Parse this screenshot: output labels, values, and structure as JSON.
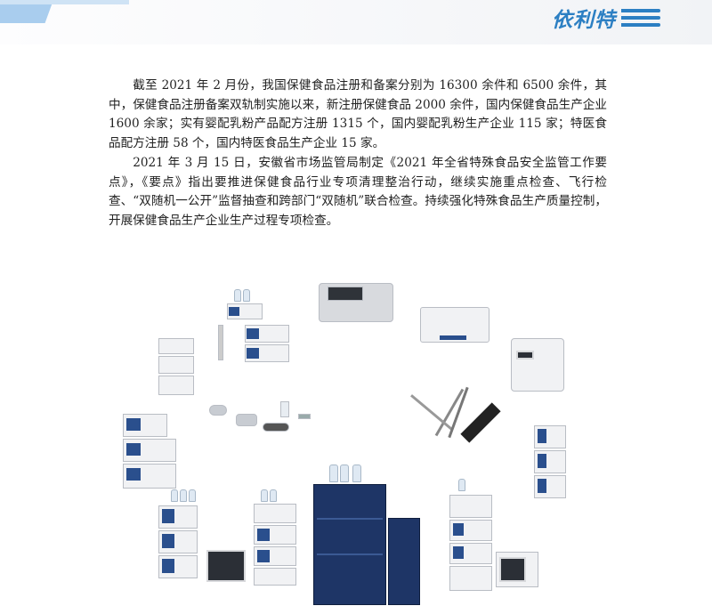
{
  "header": {
    "logo_text": "依利特"
  },
  "body": {
    "paragraphs": [
      "截至 2021 年 2 月份，我国保健食品注册和备案分别为 16300 余件和 6500 余件，其中，保健食品注册备案双轨制实施以来，新注册保健食品 2000 余件，国内保健食品生产企业 1600 余家；实有婴配乳粉产品配方注册 1315 个，国内婴配乳粉生产企业 115 家；特医食品配方注册 58 个，国内特医食品生产企业 15 家。",
      "2021 年 3 月 15 日，安徽省市场监管局制定《2021 年全省特殊食品安全监管工作要点》，《要点》指出要推进保健食品行业专项清理整治行动，继续实施重点检查、飞行检查、“双随机一公开”监督抽查和跨部门“双随机”联合检查。持续强化特殊食品生产质量控制，开展保健食品生产企业生产过程专项检查。"
    ]
  },
  "colors": {
    "brand": "#2c7fc3",
    "instrument_navy": "#1e3566"
  }
}
